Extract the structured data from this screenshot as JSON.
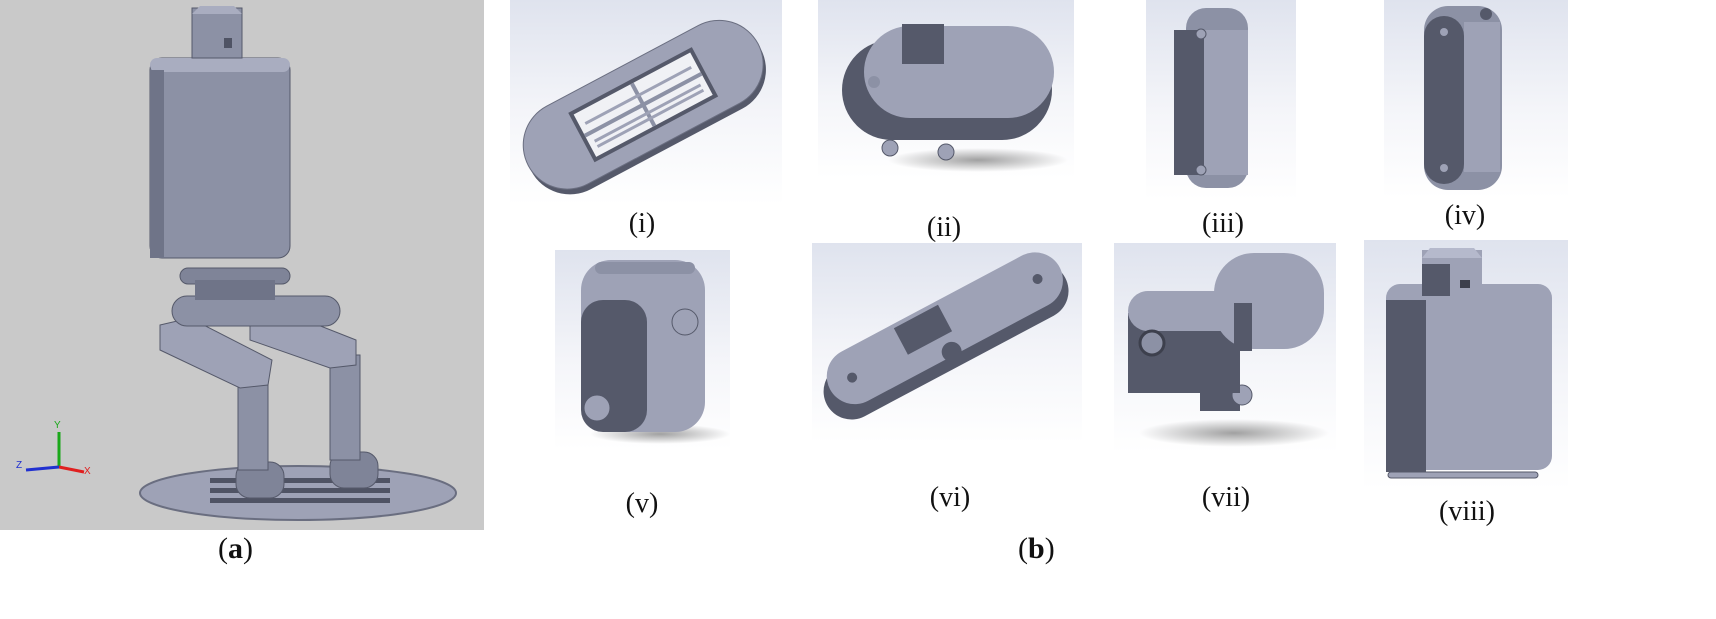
{
  "figure": {
    "panel_a": {
      "label_open": "(",
      "label_letter": "a",
      "label_close": ")"
    },
    "panel_b": {
      "label_open": "(",
      "label_letter": "b",
      "label_close": ")"
    },
    "axis_triad": {
      "y": "Y",
      "z": "Z",
      "x": "X"
    },
    "parts": [
      {
        "caption": "(i)"
      },
      {
        "caption": "(ii)"
      },
      {
        "caption": "(iii)"
      },
      {
        "caption": "(iv)"
      },
      {
        "caption": "(v)"
      },
      {
        "caption": "(vi)"
      },
      {
        "caption": "(vii)"
      },
      {
        "caption": "(viii)"
      }
    ],
    "colors": {
      "assembly_background": "#c9c9c9",
      "part_face_light": "#9ea2b6",
      "part_face_mid": "#7f8498",
      "part_face_dark": "#55596a",
      "render_gradient_top": "#dfe3ee",
      "render_gradient_bottom": "#ffffff"
    }
  }
}
